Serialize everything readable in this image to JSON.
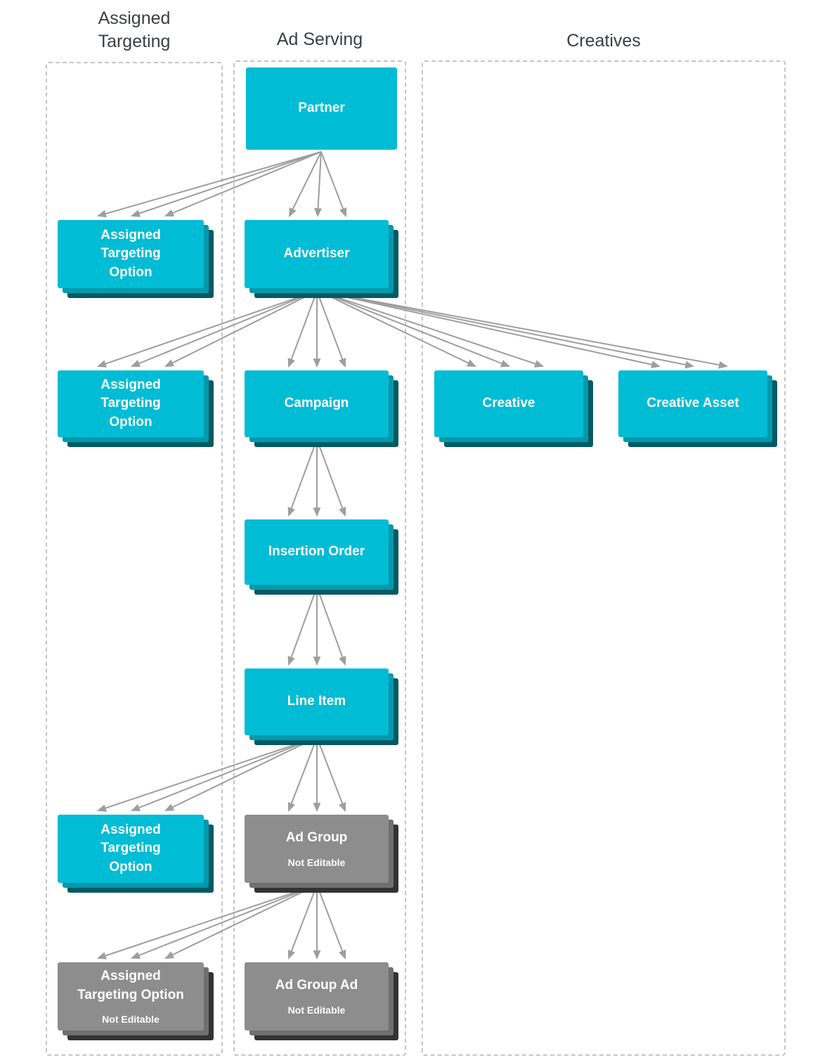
{
  "diagram": {
    "columns": [
      {
        "title": "Assigned\nTargeting"
      },
      {
        "title": "Ad Serving"
      },
      {
        "title": "Creatives"
      }
    ]
  },
  "nodes": {
    "partner": {
      "label": "Partner"
    },
    "assigned_targeting_option_1": {
      "label": "Assigned\nTargeting\nOption"
    },
    "advertiser": {
      "label": "Advertiser"
    },
    "assigned_targeting_option_2": {
      "label": "Assigned\nTargeting\nOption"
    },
    "campaign": {
      "label": "Campaign"
    },
    "creative": {
      "label": "Creative"
    },
    "creative_asset": {
      "label": "Creative Asset"
    },
    "insertion_order": {
      "label": "Insertion Order"
    },
    "line_item": {
      "label": "Line Item"
    },
    "assigned_targeting_option_3": {
      "label": "Assigned\nTargeting\nOption"
    },
    "ad_group": {
      "label": "Ad Group",
      "sublabel": "Not Editable"
    },
    "assigned_targeting_option_4": {
      "label": "Assigned\nTargeting Option",
      "sublabel": "Not Editable"
    },
    "ad_group_ad": {
      "label": "Ad Group Ad",
      "sublabel": "Not Editable"
    }
  },
  "colors": {
    "node_cyan": "#00bcd4",
    "node_cyan_stack_mid": "#0099ad",
    "node_cyan_stack_dark": "#045a63",
    "node_gray": "#8d8d8d",
    "node_gray_stack_mid": "#6f6f6f",
    "node_gray_stack_dark": "#333333",
    "arrow": "#9e9e9e",
    "column_border": "#c6c6c6",
    "title_text": "#3c4043",
    "node_text": "#ffffff"
  }
}
